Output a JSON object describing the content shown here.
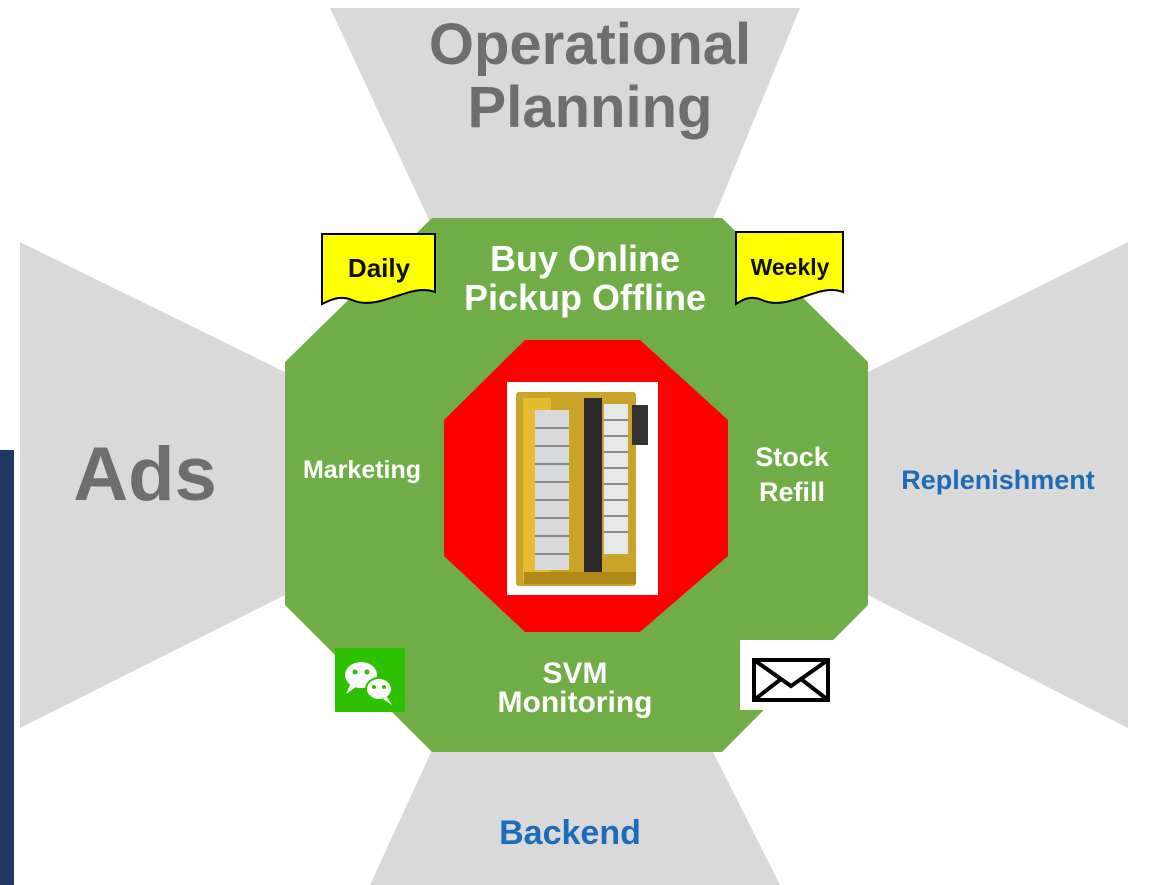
{
  "top_label": [
    "Operational",
    "Planning"
  ],
  "left_label": "Ads",
  "right_label": "Replenishment",
  "bottom_label": "Backend",
  "center_title": [
    "Buy Online",
    "Pickup Offline"
  ],
  "left_inner": "Marketing",
  "right_inner": [
    "Stock",
    "Refill"
  ],
  "bottom_inner": [
    "SVM",
    "Monitoring"
  ],
  "tag_left": "Daily",
  "tag_right": "Weekly",
  "icons": {
    "center": "vending-machine-icon",
    "bottom_left": "wechat-icon",
    "bottom_right": "envelope-icon"
  },
  "colors": {
    "funnel_grey": "#d9d9d9",
    "octagon_green": "#70ad47",
    "octagon_red": "#ff0000",
    "note_yellow": "#ffff00",
    "label_grey": "#6e6e6e",
    "label_blue": "#1c6cb8",
    "wechat_green": "#2dc100",
    "side_bar": "#1f3864"
  }
}
